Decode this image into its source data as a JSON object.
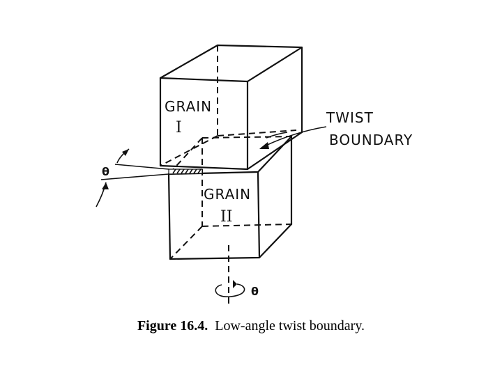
{
  "labels": {
    "grain1_word": "GRAIN",
    "grain1_numeral": "I",
    "grain2_word": "GRAIN",
    "grain2_numeral": "II",
    "twist_line1": "TWIST",
    "twist_line2": "BOUNDARY",
    "theta_left": "θ",
    "theta_bottom": "θ"
  },
  "caption": {
    "number": "Figure 16.4.",
    "text": "Low-angle twist boundary."
  }
}
